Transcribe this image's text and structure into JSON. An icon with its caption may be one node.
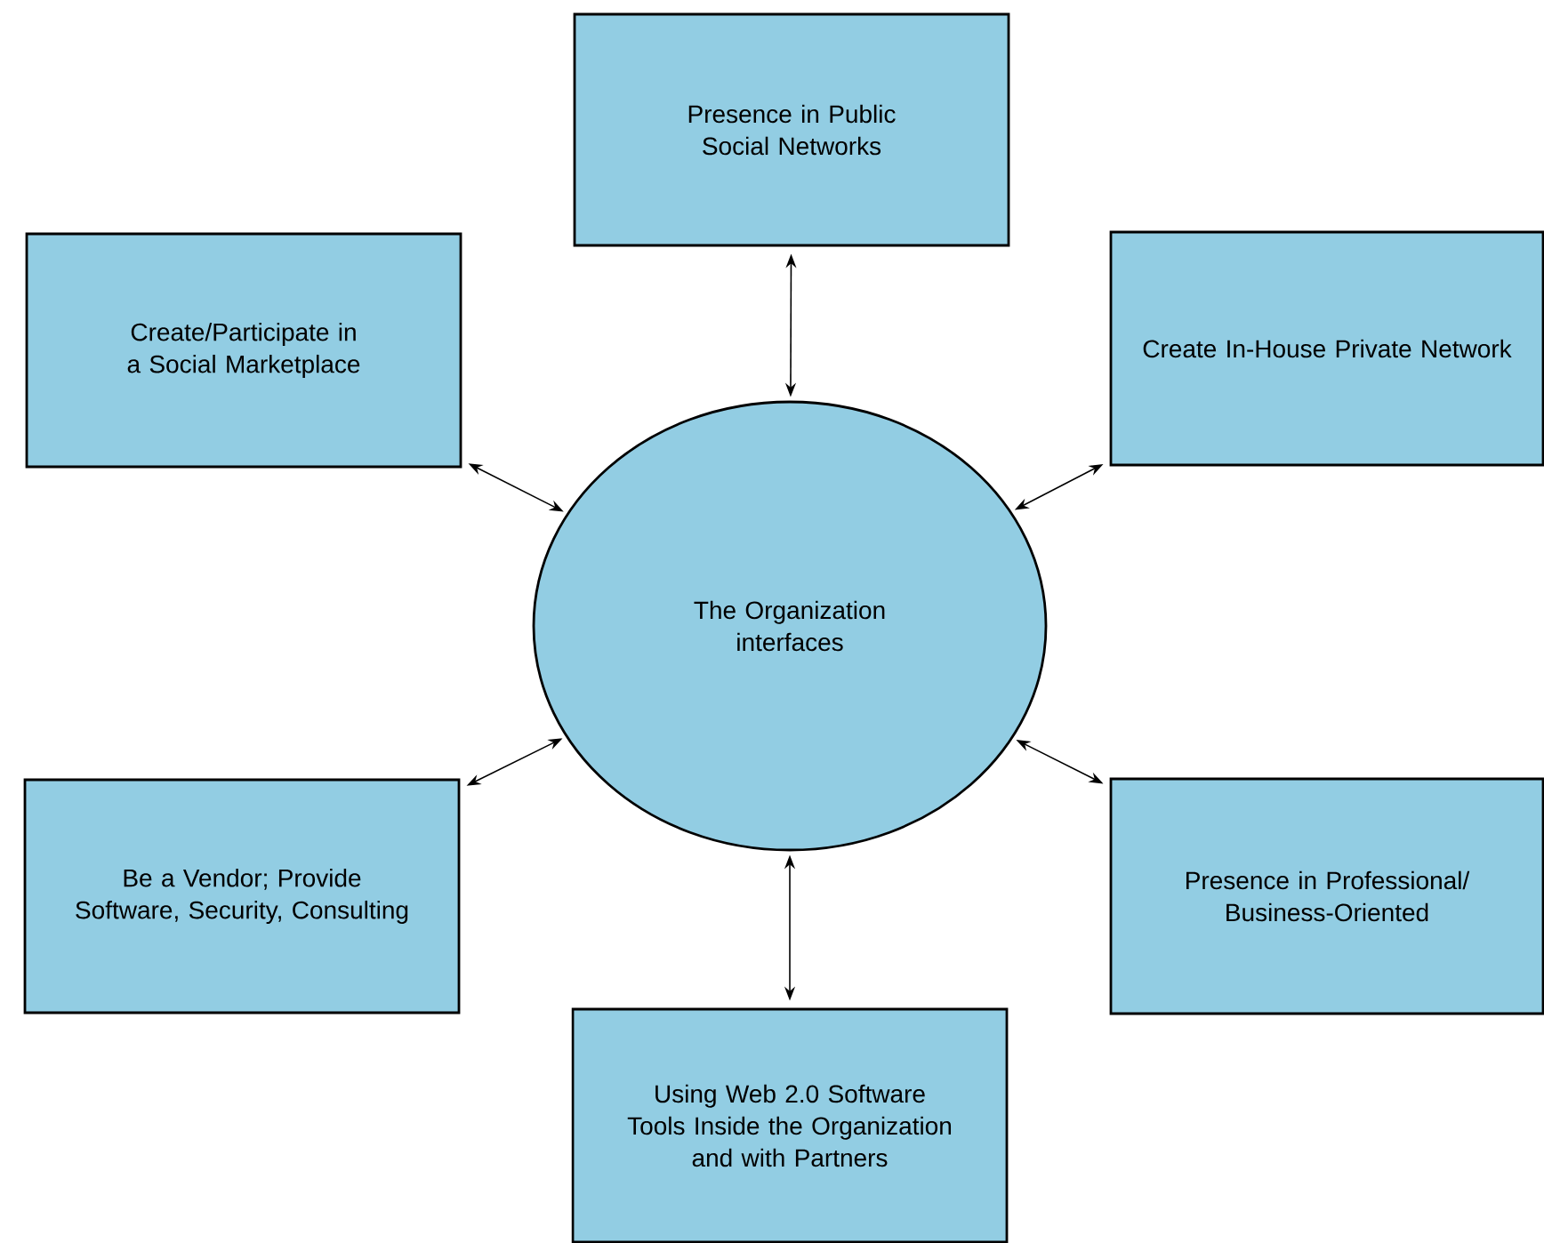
{
  "diagram": {
    "nodes": [
      {
        "text": [
          "Presence in Public Social Networks"
        ]
      },
      {
        "text": [
          "Create/Participate in a Social Marketplace"
        ]
      },
      {
        "text": [
          "Create In-House Private Network"
        ]
      },
      {
        "text": [
          "The Organization interfaces"
        ]
      },
      {
        "text": [
          "Be a Vendor; Provide Software, Security, Consulting"
        ]
      },
      {
        "text": [
          "Presence in Professional/ Business-Oriented"
        ]
      },
      {
        "text": [
          "Using Web 2.0 Software Tools Inside the Organization and with Partners"
        ]
      }
    ],
    "edges": [
      {
        "from": 3,
        "to": 0,
        "arrow": "both"
      },
      {
        "from": 3,
        "to": 1,
        "arrow": "both"
      },
      {
        "from": 3,
        "to": 2,
        "arrow": "both"
      },
      {
        "from": 3,
        "to": 4,
        "arrow": "both"
      },
      {
        "from": 3,
        "to": 5,
        "arrow": "both"
      },
      {
        "from": 3,
        "to": 6,
        "arrow": "both"
      }
    ]
  }
}
